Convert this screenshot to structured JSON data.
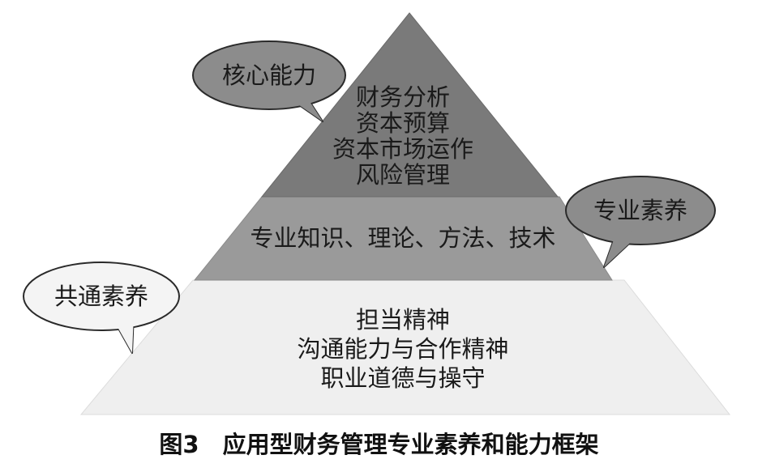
{
  "figure": {
    "caption": "图3　应用型财务管理专业素养和能力框架"
  },
  "pyramid": {
    "top": {
      "lines": [
        "财务分析",
        "资本预算",
        "资本市场运作",
        "风险管理"
      ],
      "color": "#7a7a7a"
    },
    "middle": {
      "lines": [
        "专业知识、理论、方法、技术"
      ],
      "color": "#9a9a9a"
    },
    "base": {
      "lines": [
        "担当精神",
        "沟通能力与合作精神",
        "职业道德与操守"
      ],
      "color": "#efefef"
    }
  },
  "bubbles": {
    "core": {
      "label": "核心能力",
      "color": "#8c8c8c"
    },
    "professional": {
      "label": "专业素养",
      "color": "#8c8c8c"
    },
    "general": {
      "label": "共通素养",
      "color": "#f4f4f4"
    }
  }
}
